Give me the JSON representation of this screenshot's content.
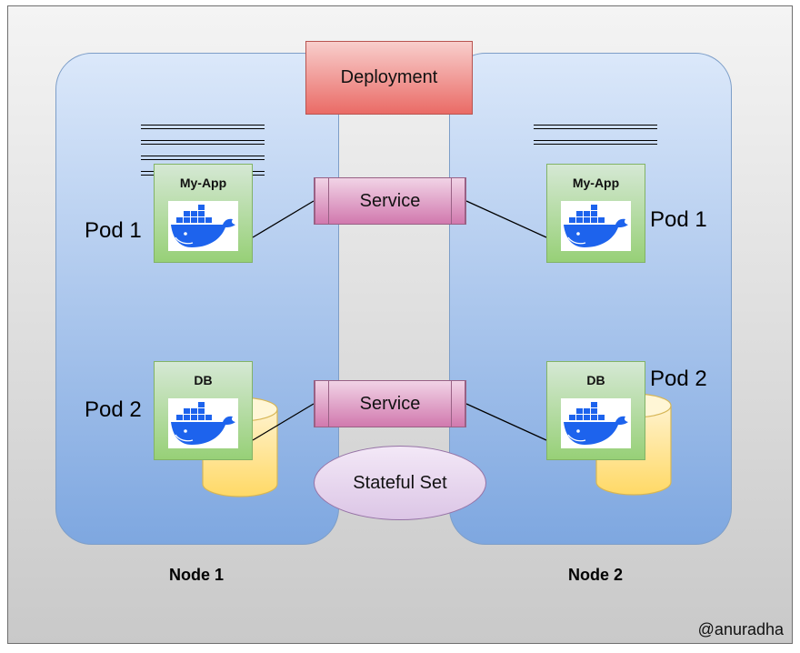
{
  "deployment": {
    "label": "Deployment"
  },
  "services": [
    {
      "label": "Service"
    },
    {
      "label": "Service"
    }
  ],
  "stateful_set": {
    "label": "Stateful Set"
  },
  "nodes": [
    {
      "label": "Node 1",
      "pods": [
        {
          "title": "My-App",
          "label": "Pod 1"
        },
        {
          "title": "DB",
          "label": "Pod 2"
        }
      ]
    },
    {
      "label": "Node 2",
      "pods": [
        {
          "title": "My-App",
          "label": "Pod 1"
        },
        {
          "title": "DB",
          "label": "Pod 2"
        }
      ]
    }
  ],
  "credit": "@anuradha",
  "colors": {
    "node_fill": "#7ea7e0",
    "deployment_fill": "#ea6b66",
    "service_fill": "#d179ae",
    "stateful_set_fill": "#dcc6e6",
    "pod_fill": "#97d077",
    "database_fill": "#ffe68a",
    "docker_blue": "#1d63ed"
  },
  "icons": {
    "container": "docker-whale-icon",
    "database": "database-cylinder-icon"
  }
}
